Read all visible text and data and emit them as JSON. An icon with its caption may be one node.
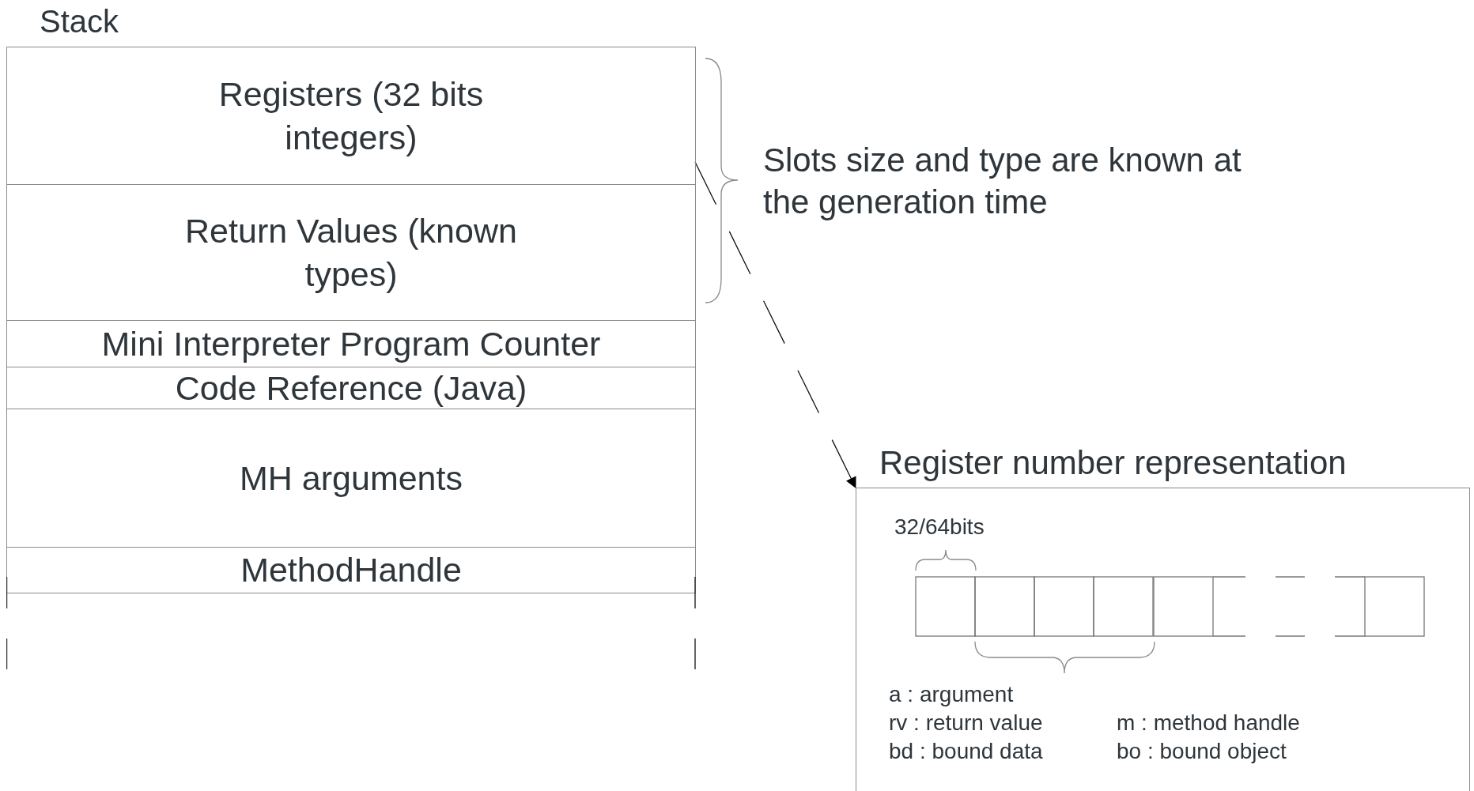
{
  "diagram": {
    "nodes": [
      {
        "text": [
          "Stack"
        ]
      },
      {
        "text": [
          "Registers (32 bits integers)"
        ],
        "in": 0
      },
      {
        "text": [
          "Return Values (known types)"
        ],
        "in": 0
      },
      {
        "text": [
          "Mini Interpreter Program Counter"
        ],
        "in": 0
      },
      {
        "text": [
          "Code Reference (Java)"
        ],
        "in": 0
      },
      {
        "text": [
          "MH arguments"
        ],
        "in": 0
      },
      {
        "text": [
          "MethodHandle"
        ],
        "in": 0
      },
      {
        "text": [
          "Register number representation"
        ]
      }
    ],
    "edges": [
      {
        "from": 1,
        "to": 7,
        "arrow": "to",
        "style": "dashed"
      }
    ],
    "labels": [
      "Slots size and type are known at the generation time",
      "32/64bits",
      "a : argument",
      "rv : return value",
      "m : method handle",
      "bd : bound data",
      "bo : bound object"
    ]
  }
}
